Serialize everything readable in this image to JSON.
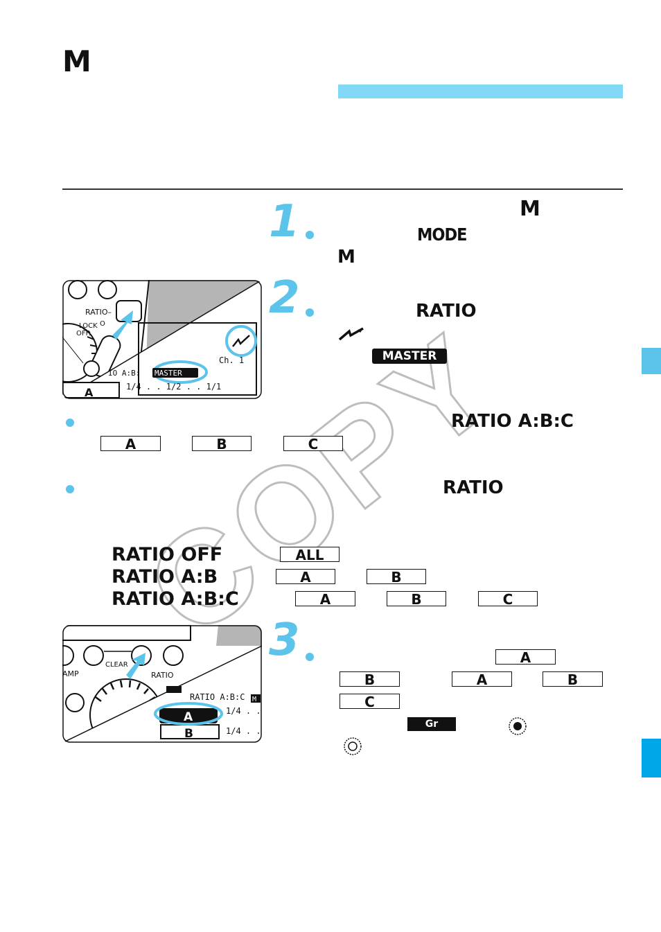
{
  "page": {
    "title": "M",
    "copy_watermark": "COPY"
  },
  "step1": {
    "number": "1",
    "mode_letter": "M",
    "bullet_mode_label": "MODE",
    "bullet_m": "M"
  },
  "step2": {
    "number": "2",
    "ratio_label": "RATIO",
    "master_badge": "MASTER"
  },
  "ratio_abc_note": {
    "label": "RATIO A:B:C",
    "boxes": [
      "A",
      "B",
      "C"
    ]
  },
  "ratio_note": {
    "label": "RATIO"
  },
  "ratio_table": {
    "rows": [
      {
        "label": "RATIO OFF",
        "boxes": [
          "ALL"
        ]
      },
      {
        "label": "RATIO A:B",
        "boxes": [
          "A",
          "B"
        ]
      },
      {
        "label": "RATIO A:B:C",
        "boxes": [
          "A",
          "B",
          "C"
        ]
      }
    ]
  },
  "step3": {
    "number": "3",
    "box_a": "A",
    "row2_boxes": [
      "B",
      "A",
      "B"
    ],
    "box_c": "C",
    "gr_badge": "Gr"
  },
  "illus1": {
    "ratio_btn": "RATIO–",
    "lock": "LOCK",
    "off": "OFF.",
    "on": "O",
    "lcd_ratio": "IO A:B: ",
    "lcd_master": "MASTER",
    "lcd_frac": "1/4 . . 1/2 . . 1/1",
    "lcd_a": "A",
    "lcd_ch": "Ch. 1"
  },
  "illus2": {
    "clear": "CLEAR",
    "lamp": "AMP",
    "ratio": "RATIO",
    "lcd_ratio": "RATIO A:B:C",
    "lcd_m": "M",
    "lcd_a": "A",
    "lcd_b": "B",
    "lcd_frac1": "1/4 . .",
    "lcd_frac2": "1/4 . ."
  },
  "colors": {
    "accent": "#5cc3ea",
    "tab": "#00a7e8"
  }
}
